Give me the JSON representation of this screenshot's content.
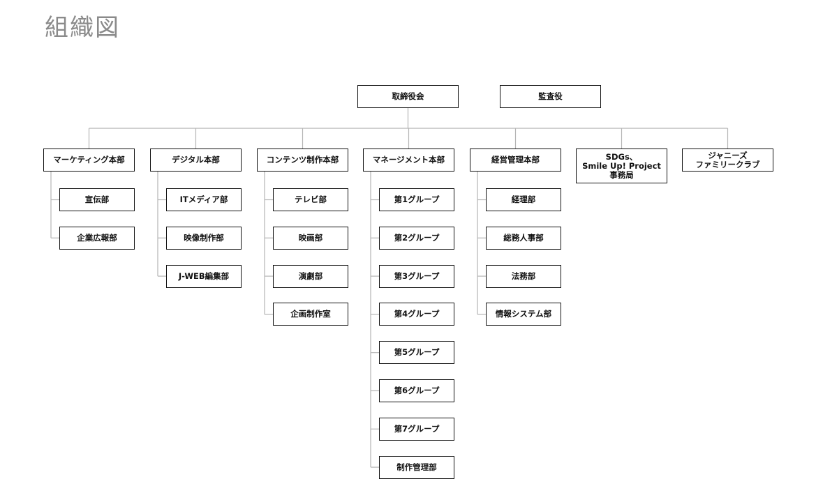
{
  "title": "組織図",
  "top": {
    "board": "取締役会",
    "audit": "監査役"
  },
  "divisions": [
    {
      "name": "マーケティング本部",
      "departments": [
        "宣伝部",
        "企業広報部"
      ]
    },
    {
      "name": "デジタル本部",
      "departments": [
        "ITメディア部",
        "映像制作部",
        "J-WEB編集部"
      ]
    },
    {
      "name": "コンテンツ制作本部",
      "departments": [
        "テレビ部",
        "映画部",
        "演劇部",
        "企画制作室"
      ]
    },
    {
      "name": "マネージメント本部",
      "departments": [
        "第1グループ",
        "第2グループ",
        "第3グループ",
        "第4グループ",
        "第5グループ",
        "第6グループ",
        "第7グループ",
        "制作管理部"
      ]
    },
    {
      "name": "経営管理本部",
      "departments": [
        "経理部",
        "総務人事部",
        "法務部",
        "情報システム部"
      ]
    },
    {
      "name": "SDGs、\nSmile Up! Project\n事務局",
      "departments": []
    },
    {
      "name": "ジャニーズ\nファミリークラブ",
      "departments": []
    }
  ],
  "colors": {
    "connector": "#b5b5b5",
    "border": "#111111",
    "title": "#8a8a8a"
  }
}
